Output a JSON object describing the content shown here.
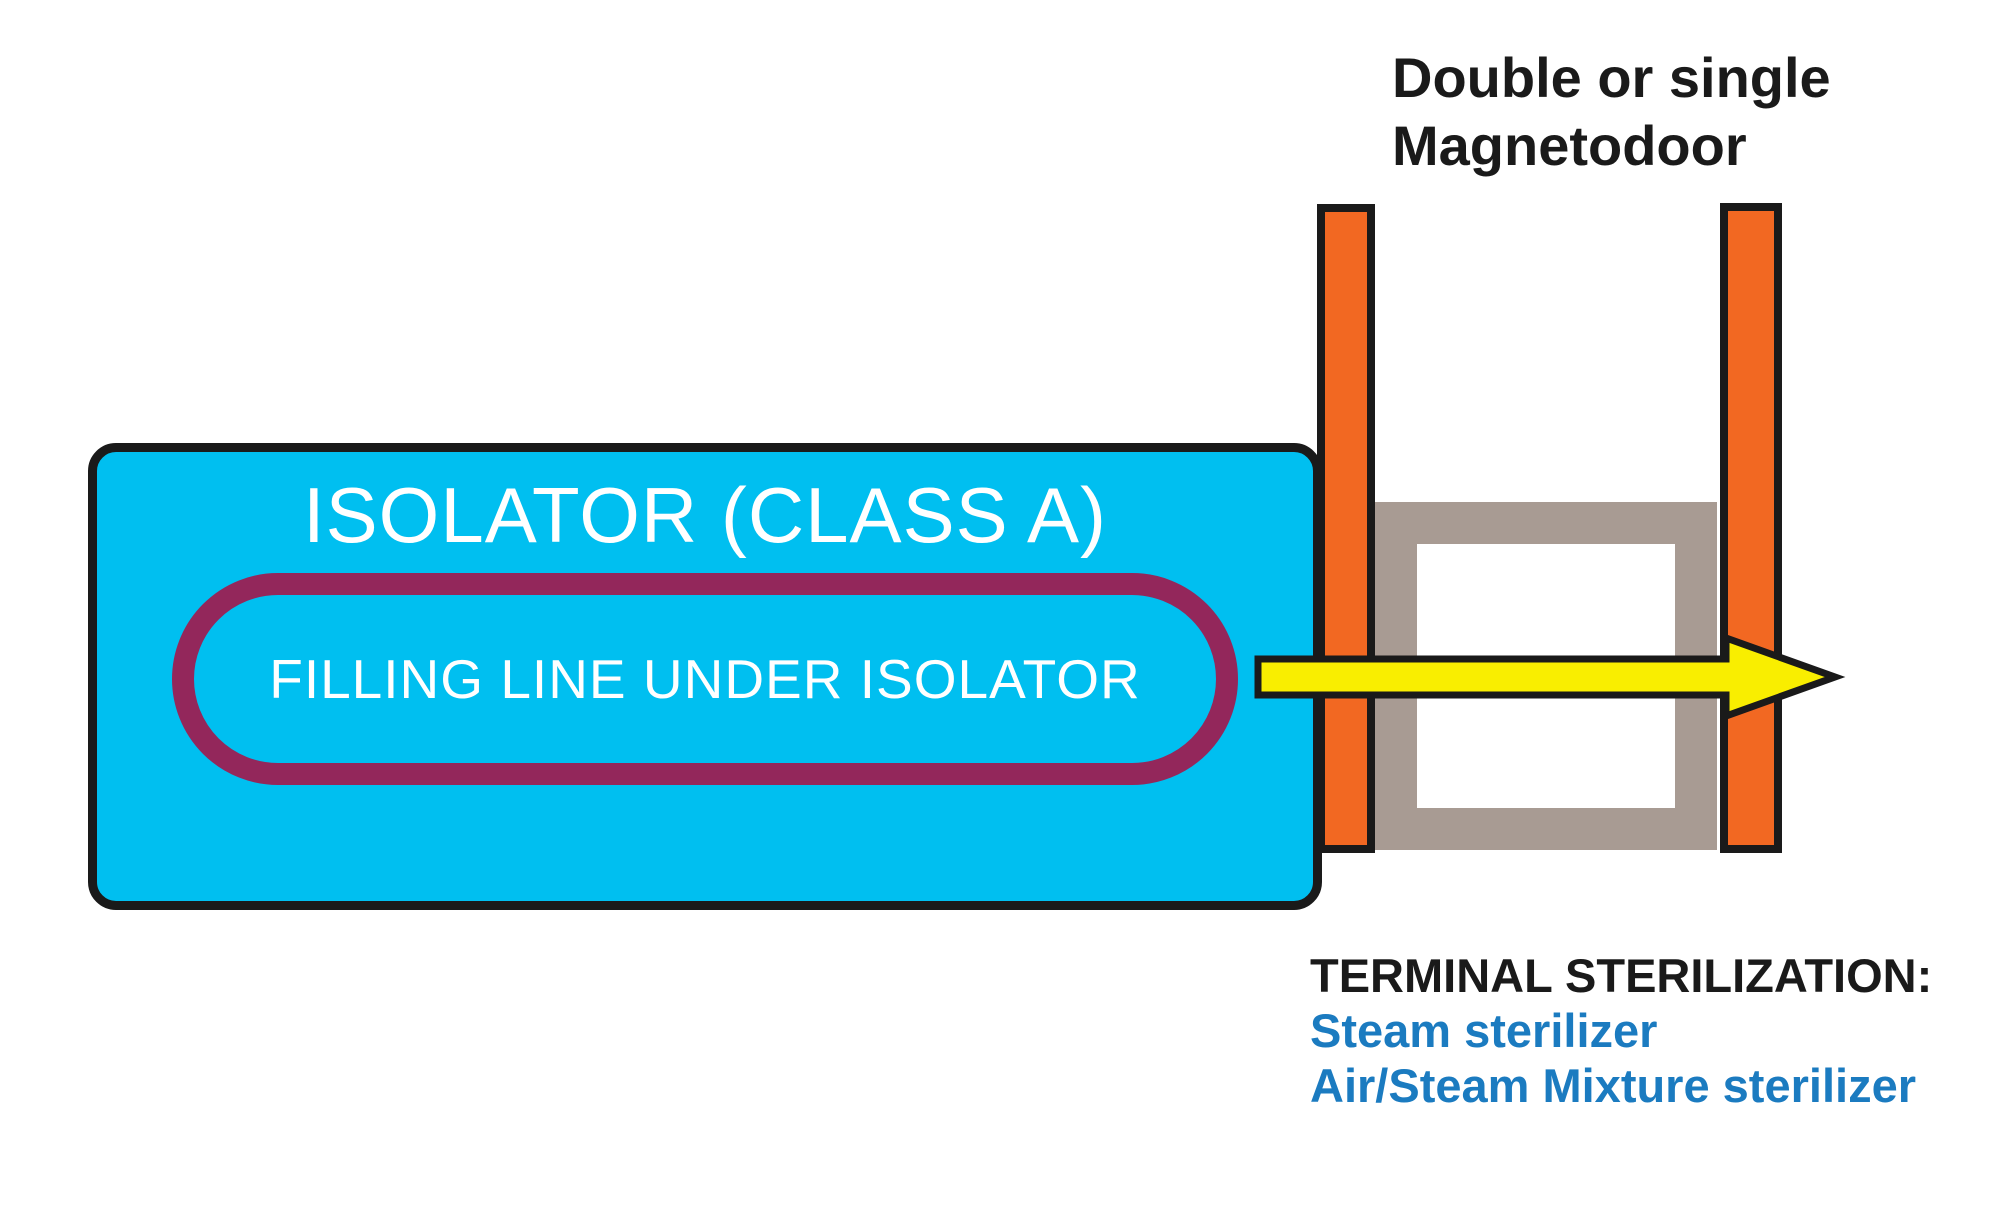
{
  "colors": {
    "cyan": "#00bff0",
    "maroon": "#93275b",
    "orange": "#f26822",
    "yellow": "#f9ee00",
    "gray": "#a89b93",
    "blue": "#1b7bc0",
    "black": "#1a1a1a"
  },
  "isolator": {
    "title": "ISOLATOR (CLASS A)",
    "filling_line_label": "FILLING LINE UNDER ISOLATOR"
  },
  "door": {
    "label_line1": "Double or single",
    "label_line2": "Magnetodoor"
  },
  "sterilization": {
    "heading": "TERMINAL STERILIZATION:",
    "items": [
      "Steam sterilizer",
      "Air/Steam Mixture sterilizer"
    ]
  }
}
